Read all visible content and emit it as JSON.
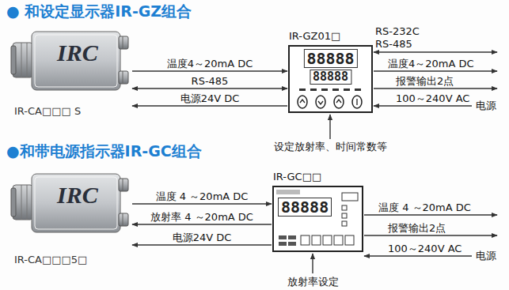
{
  "diagram": {
    "nodes": [
      {
        "text": [
          "IRC",
          "IR-CA□□□ S"
        ]
      },
      {
        "text": [
          "IR-GZ01□",
          "88888",
          "88888"
        ]
      },
      {
        "text": [
          "IRC",
          "IR-CA□□□5□"
        ]
      },
      {
        "text": [
          "IR-GC□□",
          "88888"
        ]
      }
    ],
    "edges": [
      {
        "from": 0,
        "to": 1,
        "arrow": "to",
        "label": "温度4～20mA DC"
      },
      {
        "from": 0,
        "to": 1,
        "arrow": "both",
        "label": "RS-485"
      },
      {
        "from": 1,
        "to": 0,
        "arrow": "to",
        "label": "电源24V DC"
      },
      {
        "from": 2,
        "to": 3,
        "arrow": "to",
        "label": "温度 4 ～20mA DC"
      },
      {
        "from": 3,
        "to": 2,
        "arrow": "to",
        "label": "放射率 4 ～20mA DC"
      },
      {
        "from": 3,
        "to": 2,
        "arrow": "to",
        "label": "电源24V DC"
      }
    ],
    "labels": [
      "● 和设定显示器IR-GZ组合",
      "RS-232C",
      "RS-485",
      "温度4～20mA DC",
      "报警输出2点",
      "100～240V AC",
      "电源",
      "设定放射率、时间常数等",
      "●和带电源指示器IR-GC组合",
      "温度 4 ～20mA DC",
      "报警输出2点",
      "100～240V AC",
      "电源",
      "放射率设定"
    ]
  }
}
